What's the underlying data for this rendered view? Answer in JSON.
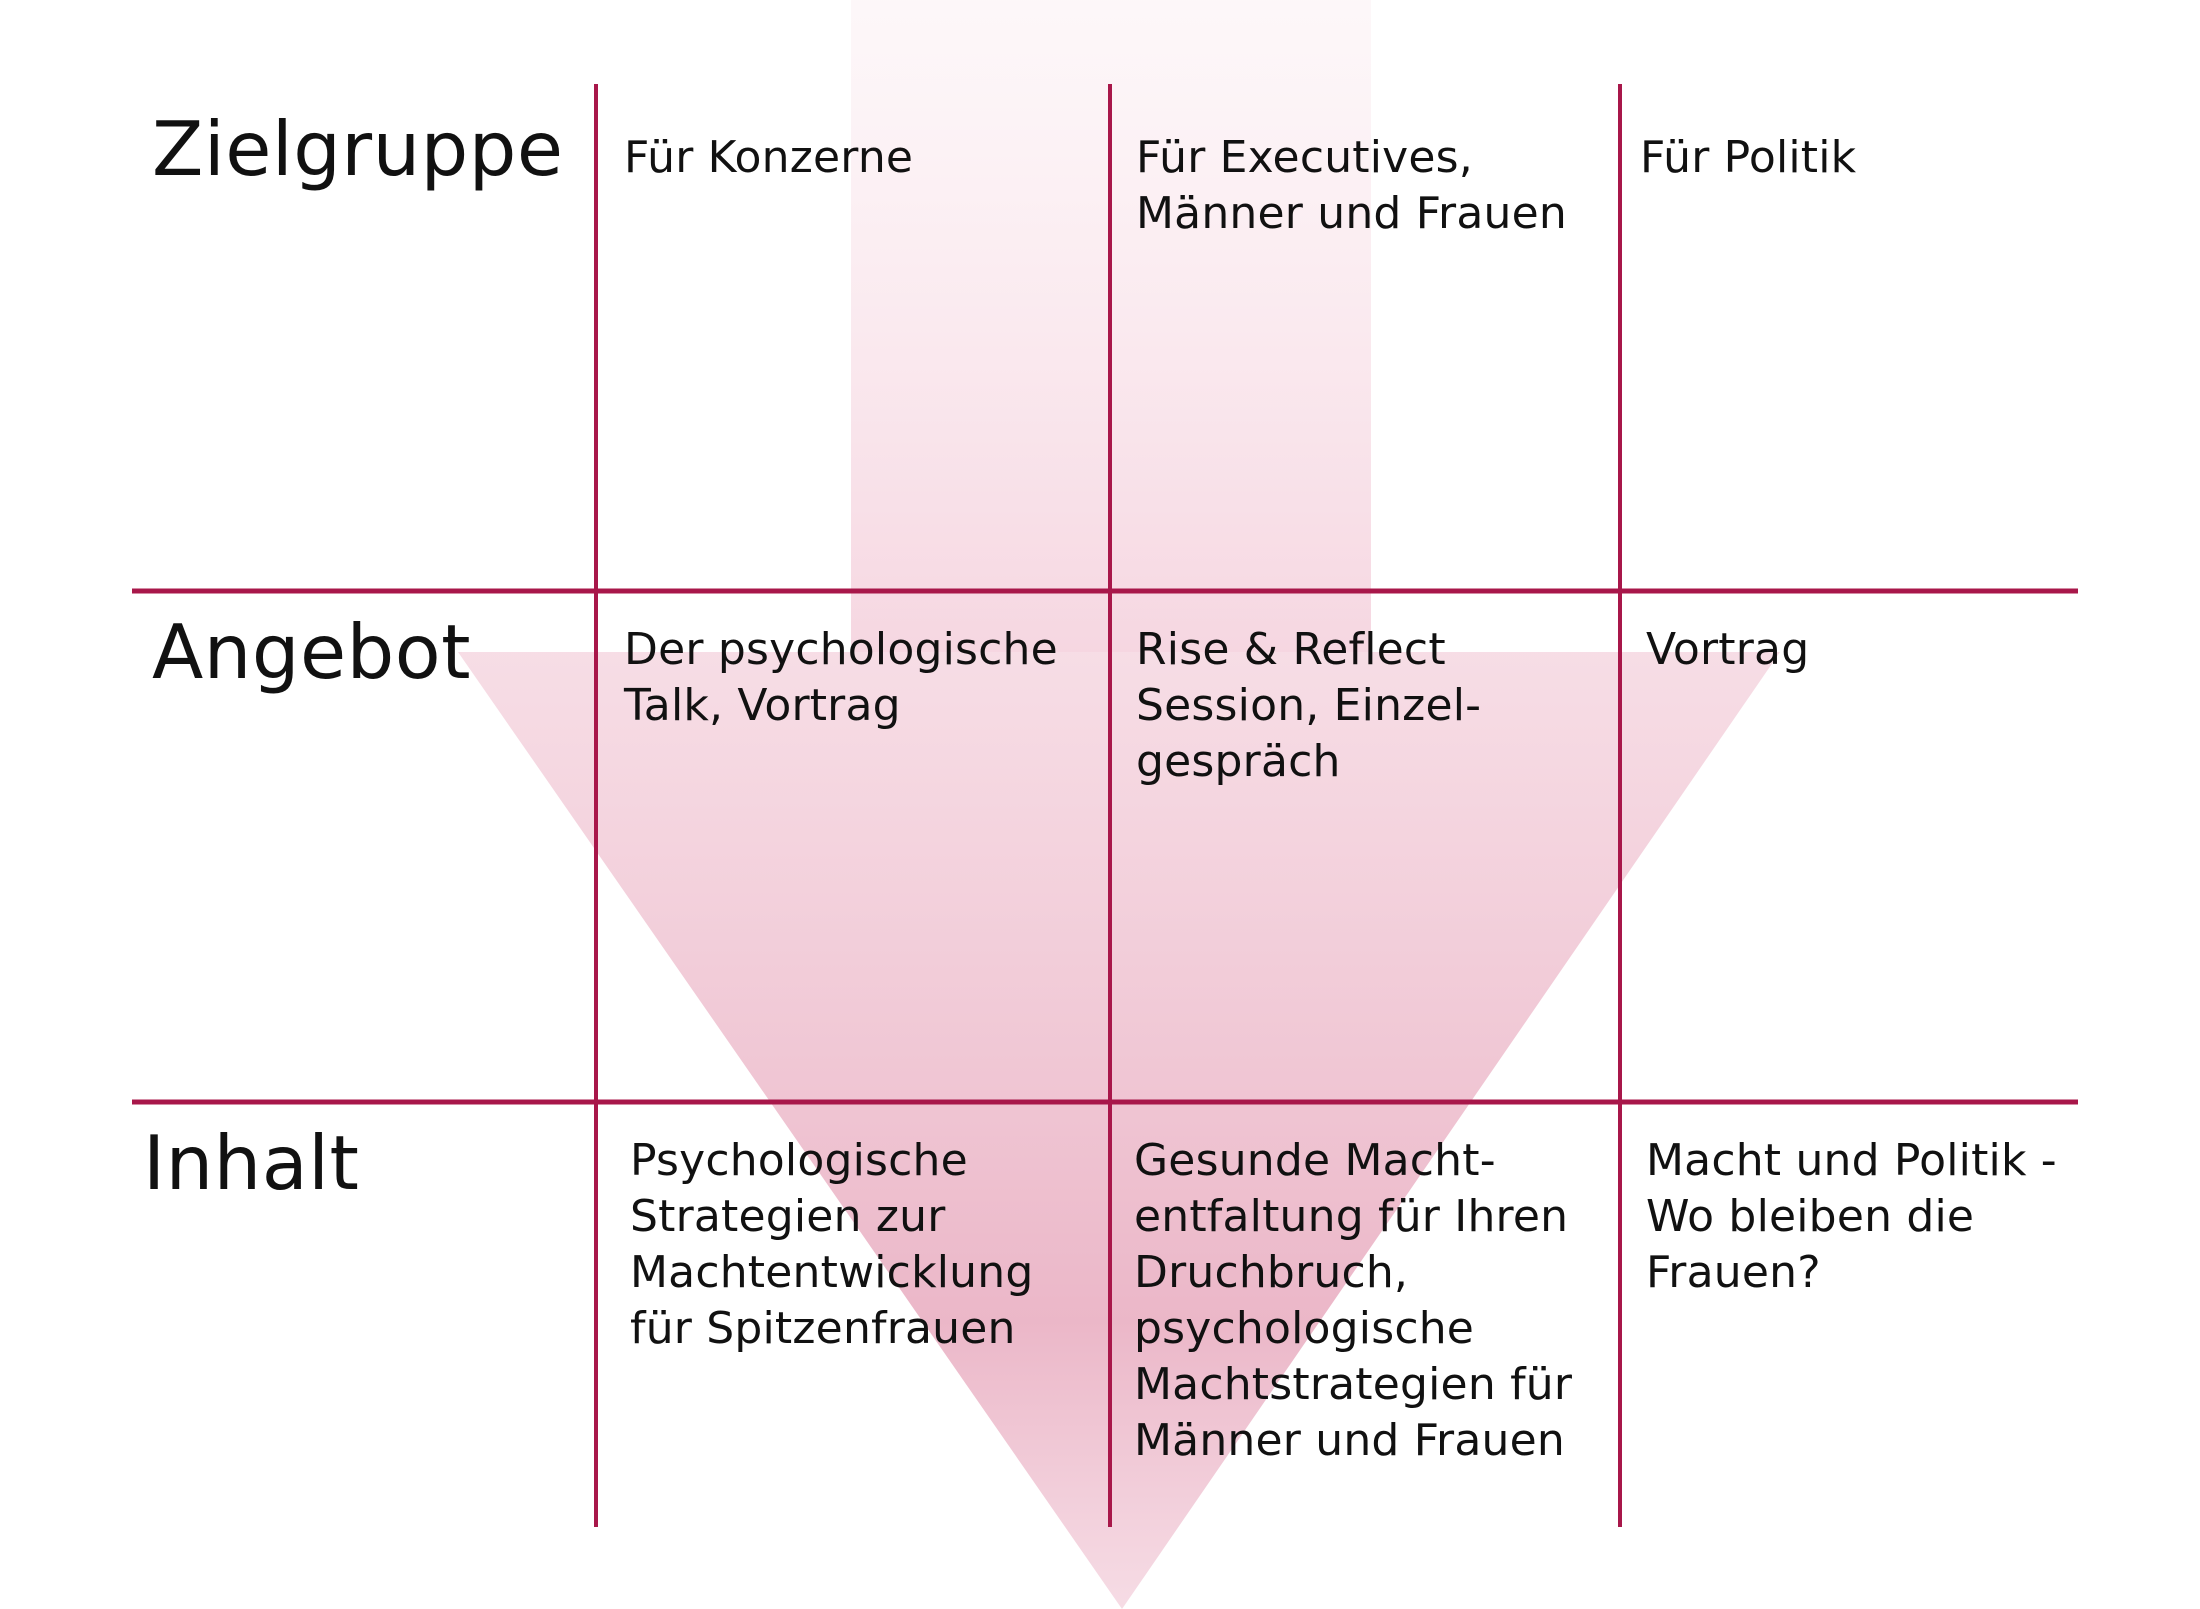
{
  "colors": {
    "grid_line": "#a8174a",
    "arrow_fill": "#d98aa6",
    "text": "#111111",
    "background": "#ffffff"
  },
  "rows": [
    {
      "header": "Zielgruppe",
      "cells": [
        "Für Konzerne",
        "Für Executives,\nMänner und Frauen",
        "Für Politik"
      ]
    },
    {
      "header": "Angebot",
      "cells": [
        "Der psychologische\nTalk, Vortrag",
        "Rise & Reflect\nSession, Einzel-\ngespräch",
        "Vortrag"
      ]
    },
    {
      "header": "Inhalt",
      "cells": [
        "Psychologische\nStrategien zur\nMachtentwicklung\nfür Spitzenfrauen",
        "Gesunde Macht-\nentfaltung für Ihren\nDruchbruch,\npsychologische\nMachtstrategien für\nMänner und Frauen",
        "Macht und Politik -\nWo bleiben die\nFrauen?"
      ]
    }
  ]
}
